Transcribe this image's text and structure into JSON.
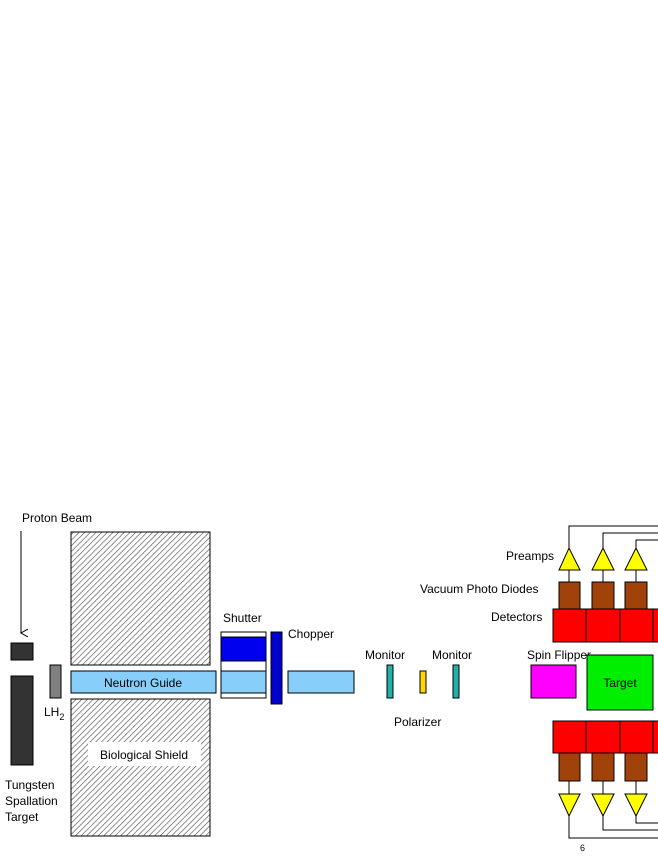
{
  "labels": {
    "proton_beam": "Proton Beam",
    "lh": "LH",
    "lh_sub": "2",
    "tungsten_1": "Tungsten",
    "tungsten_2": "Spallation",
    "tungsten_3": "Target",
    "neutron_guide": "Neutron Guide",
    "biological_shield": "Biological Shield",
    "shutter": "Shutter",
    "chopper": "Chopper",
    "monitor_1": "Monitor",
    "monitor_2": "Monitor",
    "polarizer": "Polarizer",
    "spin_flipper": "Spin Flipper",
    "target": "Target",
    "preamps": "Preamps",
    "vacuum_photo_diodes": "Vacuum Photo Diodes",
    "detectors": "Detectors",
    "stray": "6"
  },
  "colors": {
    "guide": "#87cefa",
    "shutter": "#0000ee",
    "chopper": "#0000cd",
    "monitor": "#20b2aa",
    "polarizer": "#ffd700",
    "spin_flipper": "#ff00ff",
    "target": "#00ee00",
    "detector": "#ff0000",
    "diode": "#a0420a",
    "preamp": "#ffff00",
    "block": "#333333",
    "lh2": "#808080"
  }
}
